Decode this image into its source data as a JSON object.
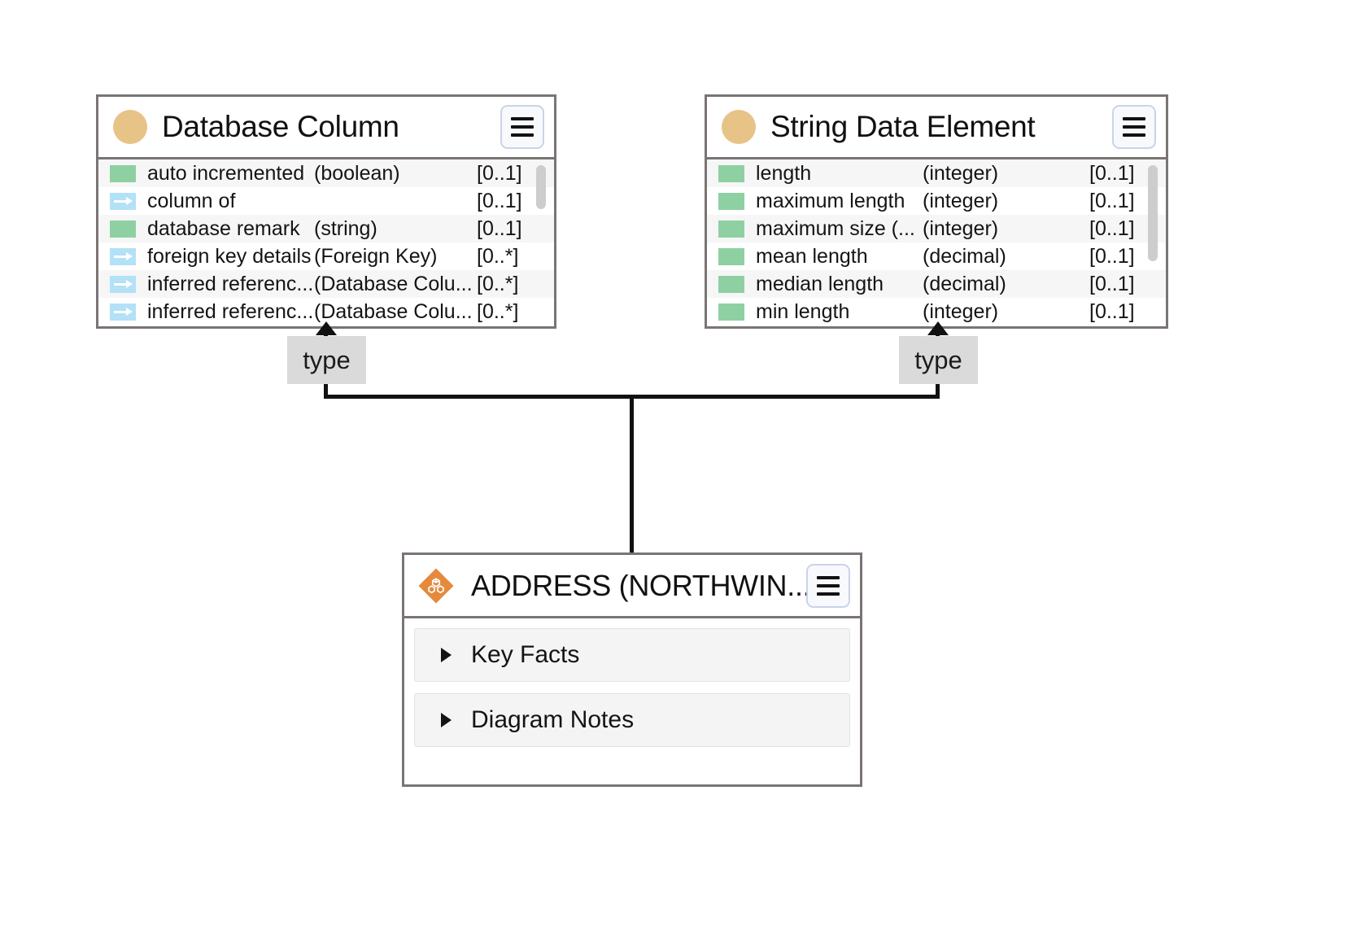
{
  "diagram": {
    "title": "Database Column / String Data Element type diagram",
    "colors": {
      "card_border": "#7a7574",
      "attribute_swatch": "#8fd0a2",
      "reference_swatch": "#b3e1f7",
      "class_dot": "#e8c387",
      "entity_icon": "#e58a3c",
      "row_alt": "#f6f6f6",
      "type_label_bg": "#dadada",
      "edge": "#111111"
    }
  },
  "cards": [
    {
      "id": "database-column",
      "icon": "class-dot-icon",
      "title": "Database Column",
      "menu_label": "☰",
      "scrollbar": true,
      "rows": [
        {
          "kind": "attribute",
          "name": "auto incremented",
          "type": "(boolean)",
          "cardinality": "[0..1]"
        },
        {
          "kind": "reference",
          "name": "column of",
          "type": "",
          "cardinality": "[0..1]"
        },
        {
          "kind": "attribute",
          "name": "database remark",
          "type": "(string)",
          "cardinality": "[0..1]"
        },
        {
          "kind": "reference",
          "name": "foreign key details",
          "type": "(Foreign Key)",
          "cardinality": "[0..*]"
        },
        {
          "kind": "reference",
          "name": "inferred referenc...",
          "type": "(Database Colu...",
          "cardinality": "[0..*]"
        },
        {
          "kind": "reference",
          "name": "inferred referenc...",
          "type": "(Database Colu...",
          "cardinality": "[0..*]"
        }
      ]
    },
    {
      "id": "string-data-element",
      "icon": "class-dot-icon",
      "title": "String Data Element",
      "menu_label": "☰",
      "scrollbar": true,
      "rows": [
        {
          "kind": "attribute",
          "name": "length",
          "type": "(integer)",
          "cardinality": "[0..1]"
        },
        {
          "kind": "attribute",
          "name": "maximum length",
          "type": "(integer)",
          "cardinality": "[0..1]"
        },
        {
          "kind": "attribute",
          "name": "maximum size (...",
          "type": "(integer)",
          "cardinality": "[0..1]"
        },
        {
          "kind": "attribute",
          "name": "mean length",
          "type": "(decimal)",
          "cardinality": "[0..1]"
        },
        {
          "kind": "attribute",
          "name": "median length",
          "type": "(decimal)",
          "cardinality": "[0..1]"
        },
        {
          "kind": "attribute",
          "name": "min length",
          "type": "(integer)",
          "cardinality": "[0..1]"
        }
      ]
    }
  ],
  "entity_card": {
    "id": "address-northwind",
    "icon": "entity-diamond-icon",
    "title": "ADDRESS (NORTHWIN...",
    "menu_label": "☰",
    "sections": [
      {
        "label": "Key Facts",
        "expanded": false
      },
      {
        "label": "Diagram Notes",
        "expanded": false
      }
    ]
  },
  "edges": [
    {
      "label": "type",
      "from": "address-northwind",
      "to": "database-column"
    },
    {
      "label": "type",
      "from": "address-northwind",
      "to": "string-data-element"
    }
  ]
}
